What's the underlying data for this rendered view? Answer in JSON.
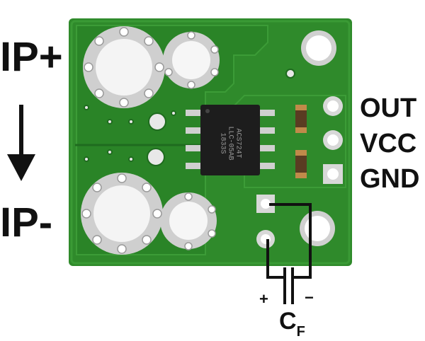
{
  "labels": {
    "ip_plus": "IP+",
    "ip_minus": "IP-",
    "out": "OUT",
    "vcc": "VCC",
    "gnd": "GND",
    "plus": "+",
    "minus": "−",
    "cf_main": "C",
    "cf_sub": "F"
  },
  "chip": {
    "line1": "ACS724T",
    "line2": "LLC-05AB",
    "line3": "1833S"
  },
  "colors": {
    "pcb": "#2f8a2b",
    "pcb_dark": "#1f6b1f",
    "silver": "#d6d6d6",
    "chip": "#1d1d1d",
    "text": "#111111"
  }
}
